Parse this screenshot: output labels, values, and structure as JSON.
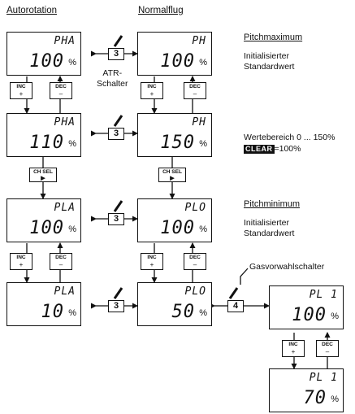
{
  "headers": {
    "autorotation": "Autorotation",
    "normalflug": "Normalflug"
  },
  "lcds": {
    "a1": {
      "code": "PHA",
      "value": "100",
      "unit": "%"
    },
    "a2": {
      "code": "PHA",
      "value": "110",
      "unit": "%"
    },
    "a3": {
      "code": "PLA",
      "value": "100",
      "unit": "%"
    },
    "a4": {
      "code": "PLA",
      "value": "10",
      "unit": "%"
    },
    "n1": {
      "code": "PH",
      "value": "100",
      "unit": "%"
    },
    "n2": {
      "code": "PH",
      "value": "150",
      "unit": "%"
    },
    "n3": {
      "code": "PLO",
      "value": "100",
      "unit": "%"
    },
    "n4": {
      "code": "PLO",
      "value": "50",
      "unit": "%"
    },
    "g1": {
      "code": "PL 1",
      "value": "100",
      "unit": "%"
    },
    "g2": {
      "code": "PL 1",
      "value": "70",
      "unit": "%"
    }
  },
  "switch_numbers": {
    "atr": "3",
    "gas": "4"
  },
  "atr_label": {
    "line1": "ATR-",
    "line2": "Schalter"
  },
  "gas_label": "Gasvorwahlschalter",
  "keys": {
    "inc": "INC",
    "inc_sym": "+",
    "dec": "DEC",
    "dec_sym": "–",
    "chsel": "CH SEL",
    "chsel_sym": "▶"
  },
  "notes": {
    "pitchmax_title": "Pitchmaximum",
    "init1": "Initialisierter",
    "std1": "Standardwert",
    "range": "Wertebereich 0 ... 150%",
    "clear_badge": "CLEAR",
    "clear_eq": "=100%",
    "pitchmin_title": "Pitchminimum",
    "init2": "Initialisierter",
    "std2": "Standardwert"
  }
}
